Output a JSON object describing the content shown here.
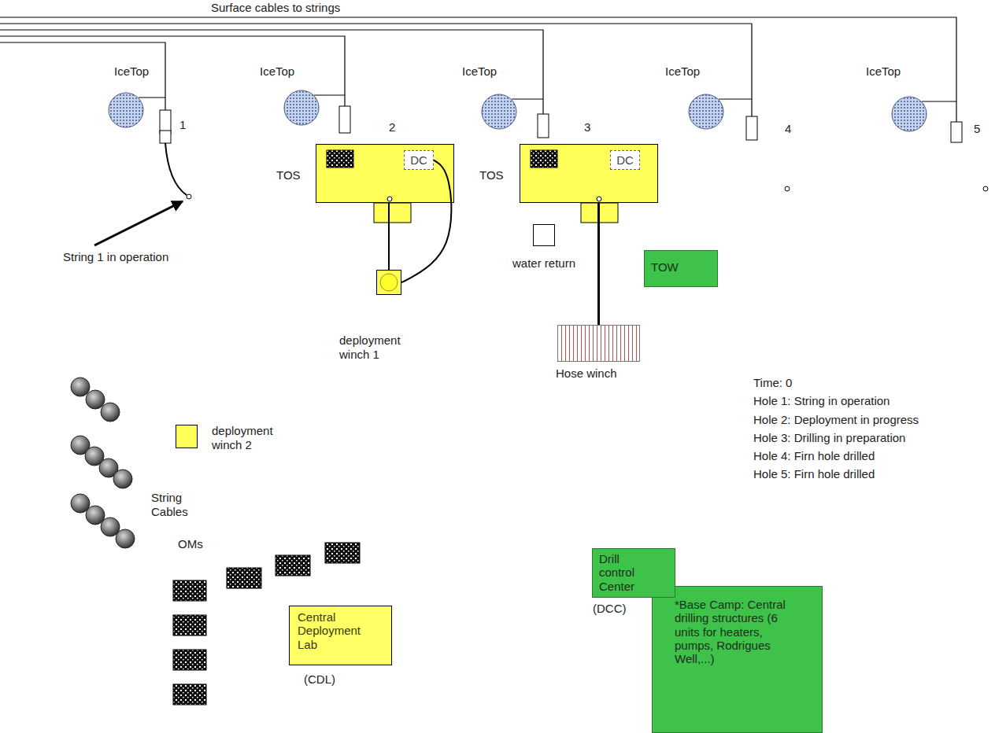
{
  "diagram": {
    "nodes": [
      {
        "text": [
          "TOS"
        ]
      },
      {
        "text": [
          "DC"
        ],
        "in": 0
      },
      {
        "text": [
          "TOS"
        ]
      },
      {
        "text": [
          "DC"
        ],
        "in": 2
      },
      {
        "text": [
          "water return"
        ]
      },
      {
        "text": [
          "TOW"
        ]
      },
      {
        "text": [
          "deployment winch 1"
        ]
      },
      {
        "text": [
          "Hose winch"
        ]
      },
      {
        "text": [
          "deployment winch 2"
        ]
      },
      {
        "text": [
          "Central Deployment Lab",
          "(CDL)"
        ]
      },
      {
        "text": [
          "Drill control Center",
          "(DCC)"
        ]
      },
      {
        "text": [
          "*Base Camp: Central drilling structures (6 units for heaters, pumps, Rodrigues Well,...)"
        ]
      }
    ],
    "edges": [
      {
        "from": 0,
        "to": 6,
        "arrow": "none"
      },
      {
        "from": 1,
        "to": 6,
        "arrow": "none"
      },
      {
        "from": 2,
        "to": 7,
        "arrow": "none"
      }
    ],
    "labels": [
      "Surface cables to strings",
      "IceTop",
      "1",
      "IceTop",
      "2",
      "IceTop",
      "3",
      "IceTop",
      "4",
      "IceTop",
      "5",
      "String 1 in operation",
      "String Cables",
      "OMs",
      "Time: 0",
      "Hole 1: String in operation",
      "Hole 2: Deployment in progress",
      "Hole 3: Drilling in preparation",
      "Hole 4: Firn hole drilled",
      "Hole 5: Firn hole drilled"
    ]
  }
}
